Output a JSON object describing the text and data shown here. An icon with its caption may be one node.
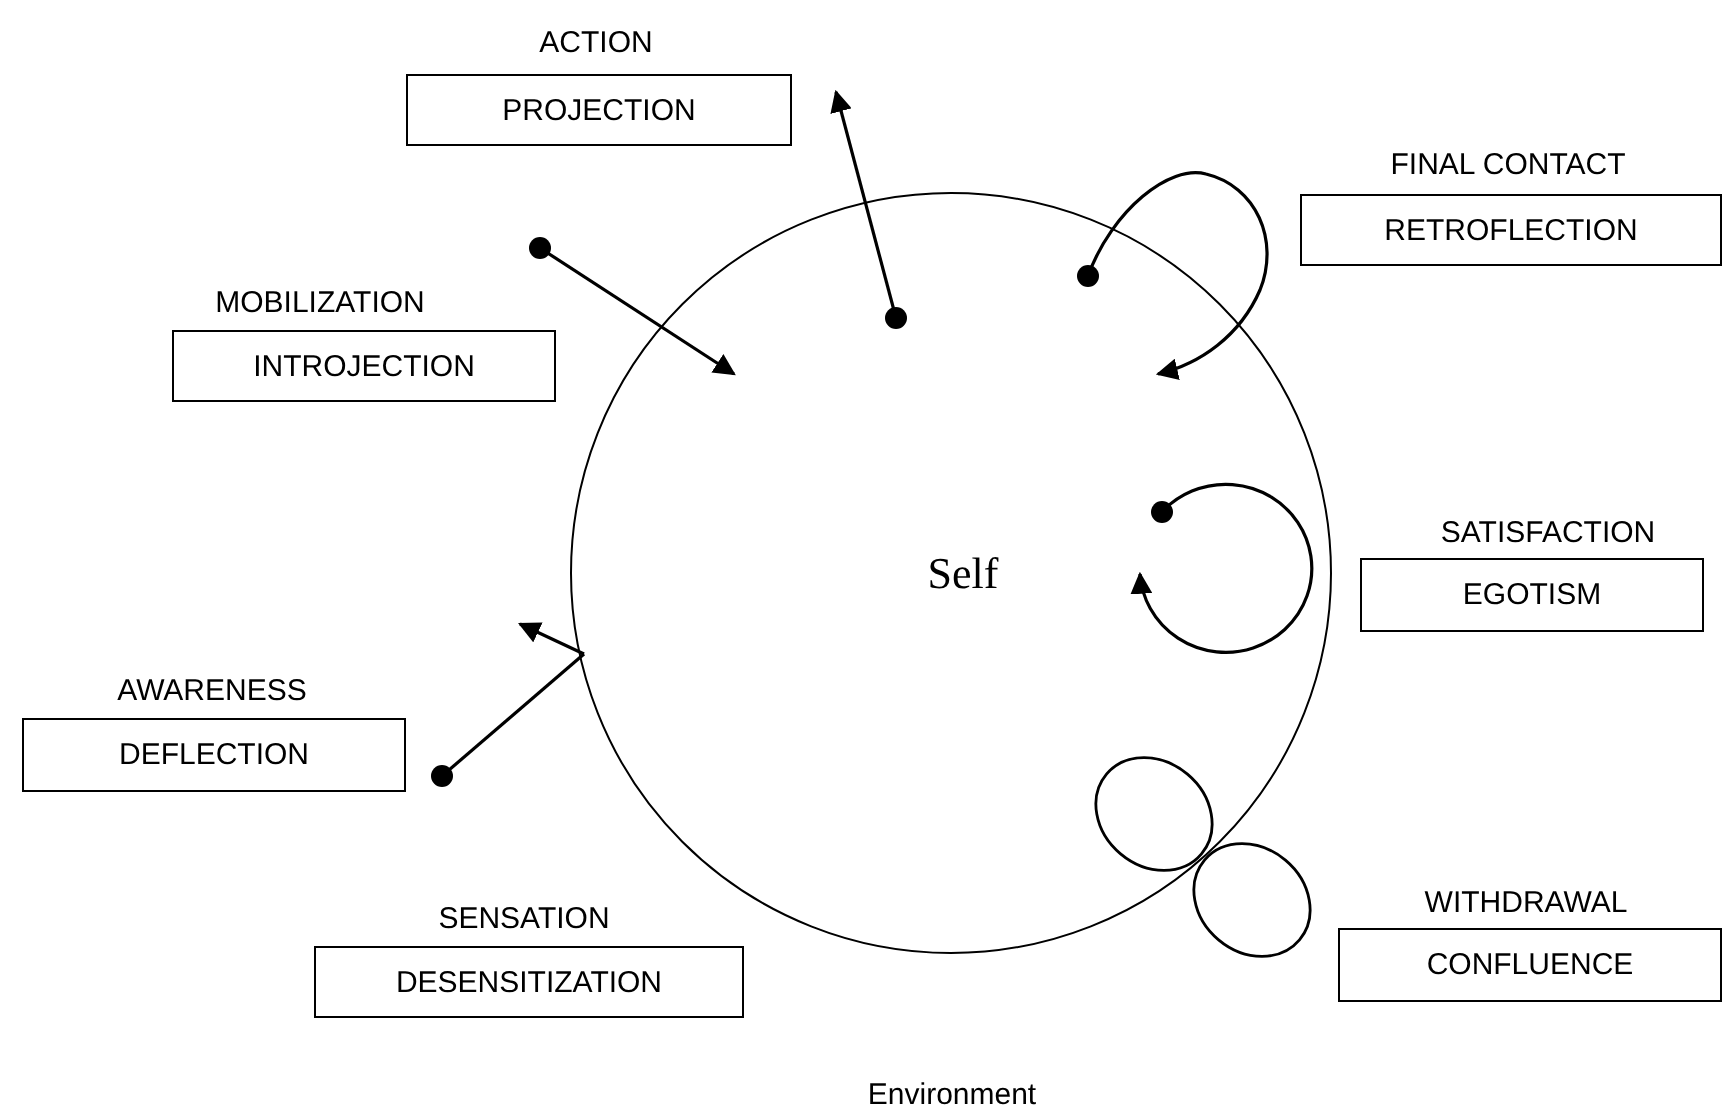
{
  "diagram": {
    "nodes": [
      {
        "text": [
          "ACTION",
          "PROJECTION"
        ]
      },
      {
        "text": [
          "FINAL CONTACT",
          "RETROFLECTION"
        ]
      },
      {
        "text": [
          "MOBILIZATION",
          "INTROJECTION"
        ]
      },
      {
        "text": [
          "Self"
        ]
      },
      {
        "text": [
          "SATISFACTION",
          "EGOTISM"
        ]
      },
      {
        "text": [
          "AWARENESS",
          "DEFLECTION"
        ]
      },
      {
        "text": [
          "SENSATION",
          "DESENSITIZATION"
        ]
      },
      {
        "text": [
          "WITHDRAWAL",
          "CONFLUENCE"
        ]
      }
    ],
    "labels": [
      "Environment"
    ]
  }
}
